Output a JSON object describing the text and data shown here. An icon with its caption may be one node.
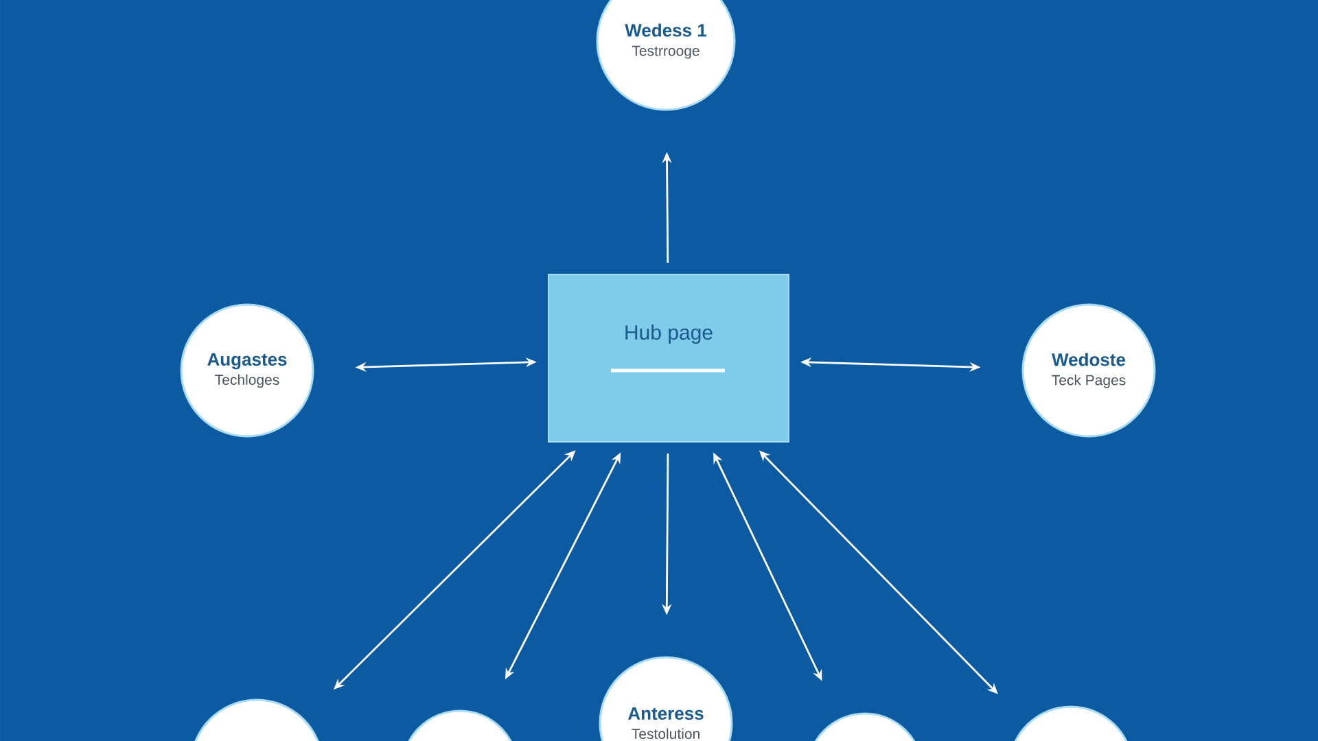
{
  "diagram": {
    "nodes": [
      {
        "text": [
          "Hub page"
        ]
      },
      {
        "text": [
          "Wedess 1",
          "Testrrooge"
        ]
      },
      {
        "text": [
          "Augastes",
          "Techloges"
        ]
      },
      {
        "text": [
          "Wedoste",
          "Teck Pages"
        ]
      },
      {
        "text": [],
        "shape": "circle"
      },
      {
        "text": [],
        "shape": "circle"
      },
      {
        "text": [
          "Anteress",
          "Testolution"
        ]
      },
      {
        "text": [],
        "shape": "circle"
      },
      {
        "text": [],
        "shape": "circle"
      }
    ],
    "edges": [
      {
        "from": 0,
        "to": 1,
        "arrow": "to"
      },
      {
        "from": 0,
        "to": 2,
        "arrow": "both"
      },
      {
        "from": 0,
        "to": 3,
        "arrow": "both"
      },
      {
        "from": 0,
        "to": 4,
        "arrow": "both"
      },
      {
        "from": 0,
        "to": 5,
        "arrow": "both"
      },
      {
        "from": 0,
        "to": 6,
        "arrow": "to"
      },
      {
        "from": 0,
        "to": 7,
        "arrow": "both"
      },
      {
        "from": 0,
        "to": 8,
        "arrow": "both"
      }
    ]
  }
}
